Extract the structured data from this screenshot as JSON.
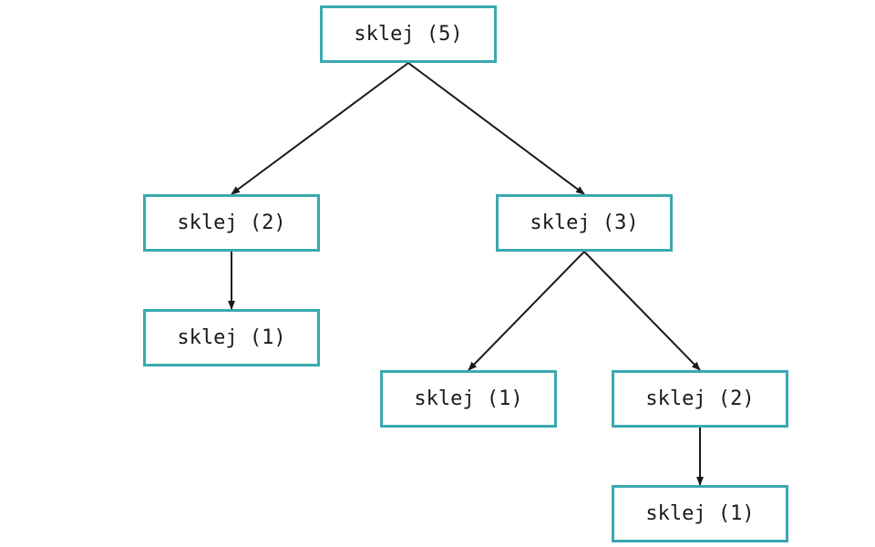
{
  "diagram": {
    "node_border_color": "#3aa9b0",
    "edge_color": "#1a1a1a",
    "nodes": [
      {
        "id": "n5",
        "label": "sklej (5)"
      },
      {
        "id": "n2a",
        "label": "sklej (2)"
      },
      {
        "id": "n3",
        "label": "sklej (3)"
      },
      {
        "id": "n1a",
        "label": "sklej (1)"
      },
      {
        "id": "n1b",
        "label": "sklej (1)"
      },
      {
        "id": "n2b",
        "label": "sklej (2)"
      },
      {
        "id": "n1c",
        "label": "sklej (1)"
      }
    ],
    "edges": [
      {
        "from": "n5",
        "to": "n2a"
      },
      {
        "from": "n5",
        "to": "n3"
      },
      {
        "from": "n2a",
        "to": "n1a"
      },
      {
        "from": "n3",
        "to": "n1b"
      },
      {
        "from": "n3",
        "to": "n2b"
      },
      {
        "from": "n2b",
        "to": "n1c"
      }
    ]
  }
}
